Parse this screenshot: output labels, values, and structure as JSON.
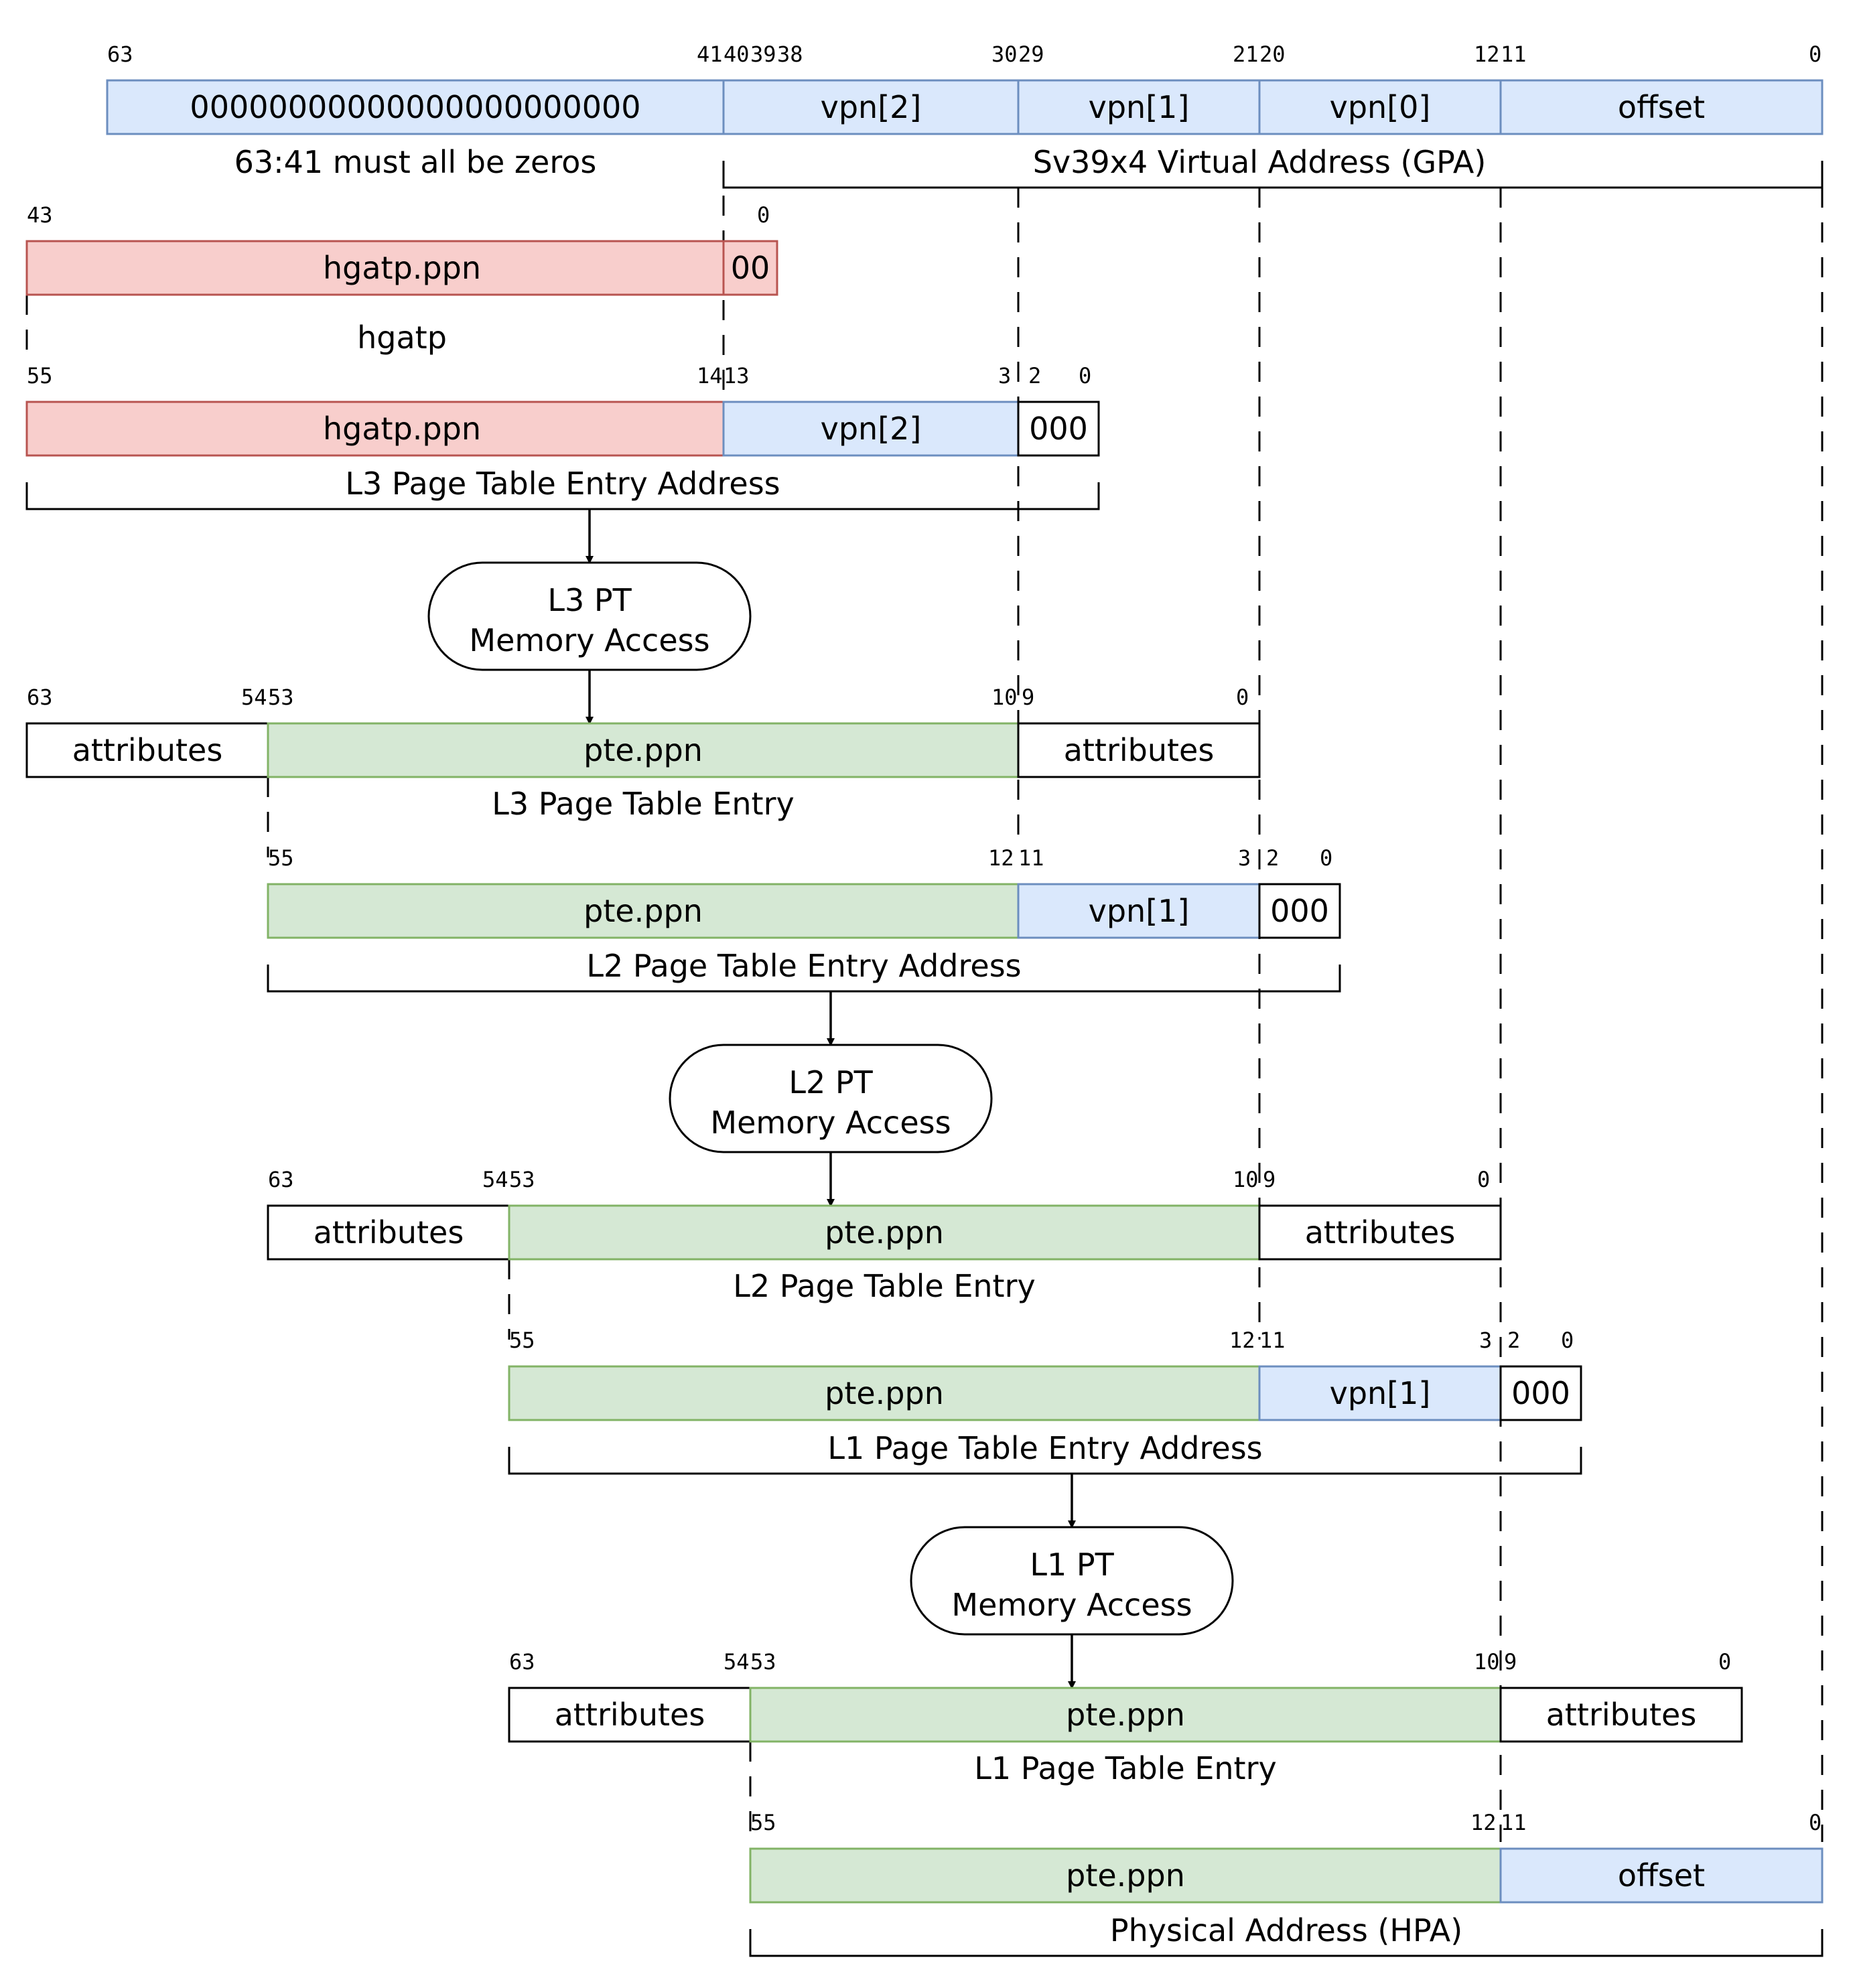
{
  "colors": {
    "blue_fill": "#dae8fc",
    "blue_stroke": "#6c8ebf",
    "red_fill": "#f8cecc",
    "red_stroke": "#b85450",
    "green_fill": "#d5e8d4",
    "green_stroke": "#82b366",
    "white_fill": "#ffffff",
    "black_stroke": "#000000"
  },
  "gpa": {
    "bits": [
      "63",
      "41",
      "40",
      "39",
      "38",
      "30",
      "29",
      "21",
      "20",
      "12",
      "11",
      "0"
    ],
    "fields": [
      "00000000000000000000000",
      "vpn[2]",
      "vpn[1]",
      "vpn[0]",
      "offset"
    ],
    "zeros_caption": "63:41 must all be zeros",
    "caption": "Sv39x4 Virtual Address (GPA)"
  },
  "hgatp": {
    "bits": [
      "43",
      "0"
    ],
    "fields": [
      "hgatp.ppn",
      "00"
    ],
    "caption": "hgatp"
  },
  "l3_addr": {
    "bits": [
      "55",
      "14",
      "13",
      "3",
      "2",
      "0"
    ],
    "fields": [
      "hgatp.ppn",
      "vpn[2]",
      "000"
    ],
    "caption": "L3 Page Table Entry Address"
  },
  "l3_access": {
    "line1": "L3 PT",
    "line2": "Memory Access"
  },
  "l3_pte": {
    "bits": [
      "63",
      "54",
      "53",
      "10",
      "9",
      "0"
    ],
    "fields": [
      "attributes",
      "pte.ppn",
      "attributes"
    ],
    "caption": "L3 Page Table Entry"
  },
  "l2_addr": {
    "bits": [
      "55",
      "12",
      "11",
      "3",
      "2",
      "0"
    ],
    "fields": [
      "pte.ppn",
      "vpn[1]",
      "000"
    ],
    "caption": "L2 Page Table Entry Address"
  },
  "l2_access": {
    "line1": "L2 PT",
    "line2": "Memory Access"
  },
  "l2_pte": {
    "bits": [
      "63",
      "54",
      "53",
      "10",
      "9",
      "0"
    ],
    "fields": [
      "attributes",
      "pte.ppn",
      "attributes"
    ],
    "caption": "L2 Page Table Entry"
  },
  "l1_addr": {
    "bits": [
      "55",
      "12",
      "11",
      "3",
      "2",
      "0"
    ],
    "fields": [
      "pte.ppn",
      "vpn[1]",
      "000"
    ],
    "caption": "L1 Page Table Entry Address"
  },
  "l1_access": {
    "line1": "L1 PT",
    "line2": "Memory Access"
  },
  "l1_pte": {
    "bits": [
      "63",
      "54",
      "53",
      "10",
      "9",
      "0"
    ],
    "fields": [
      "attributes",
      "pte.ppn",
      "attributes"
    ],
    "caption": "L1 Page Table Entry"
  },
  "hpa": {
    "bits": [
      "55",
      "12",
      "11",
      "0"
    ],
    "fields": [
      "pte.ppn",
      "offset"
    ],
    "caption": "Physical Address (HPA)"
  }
}
